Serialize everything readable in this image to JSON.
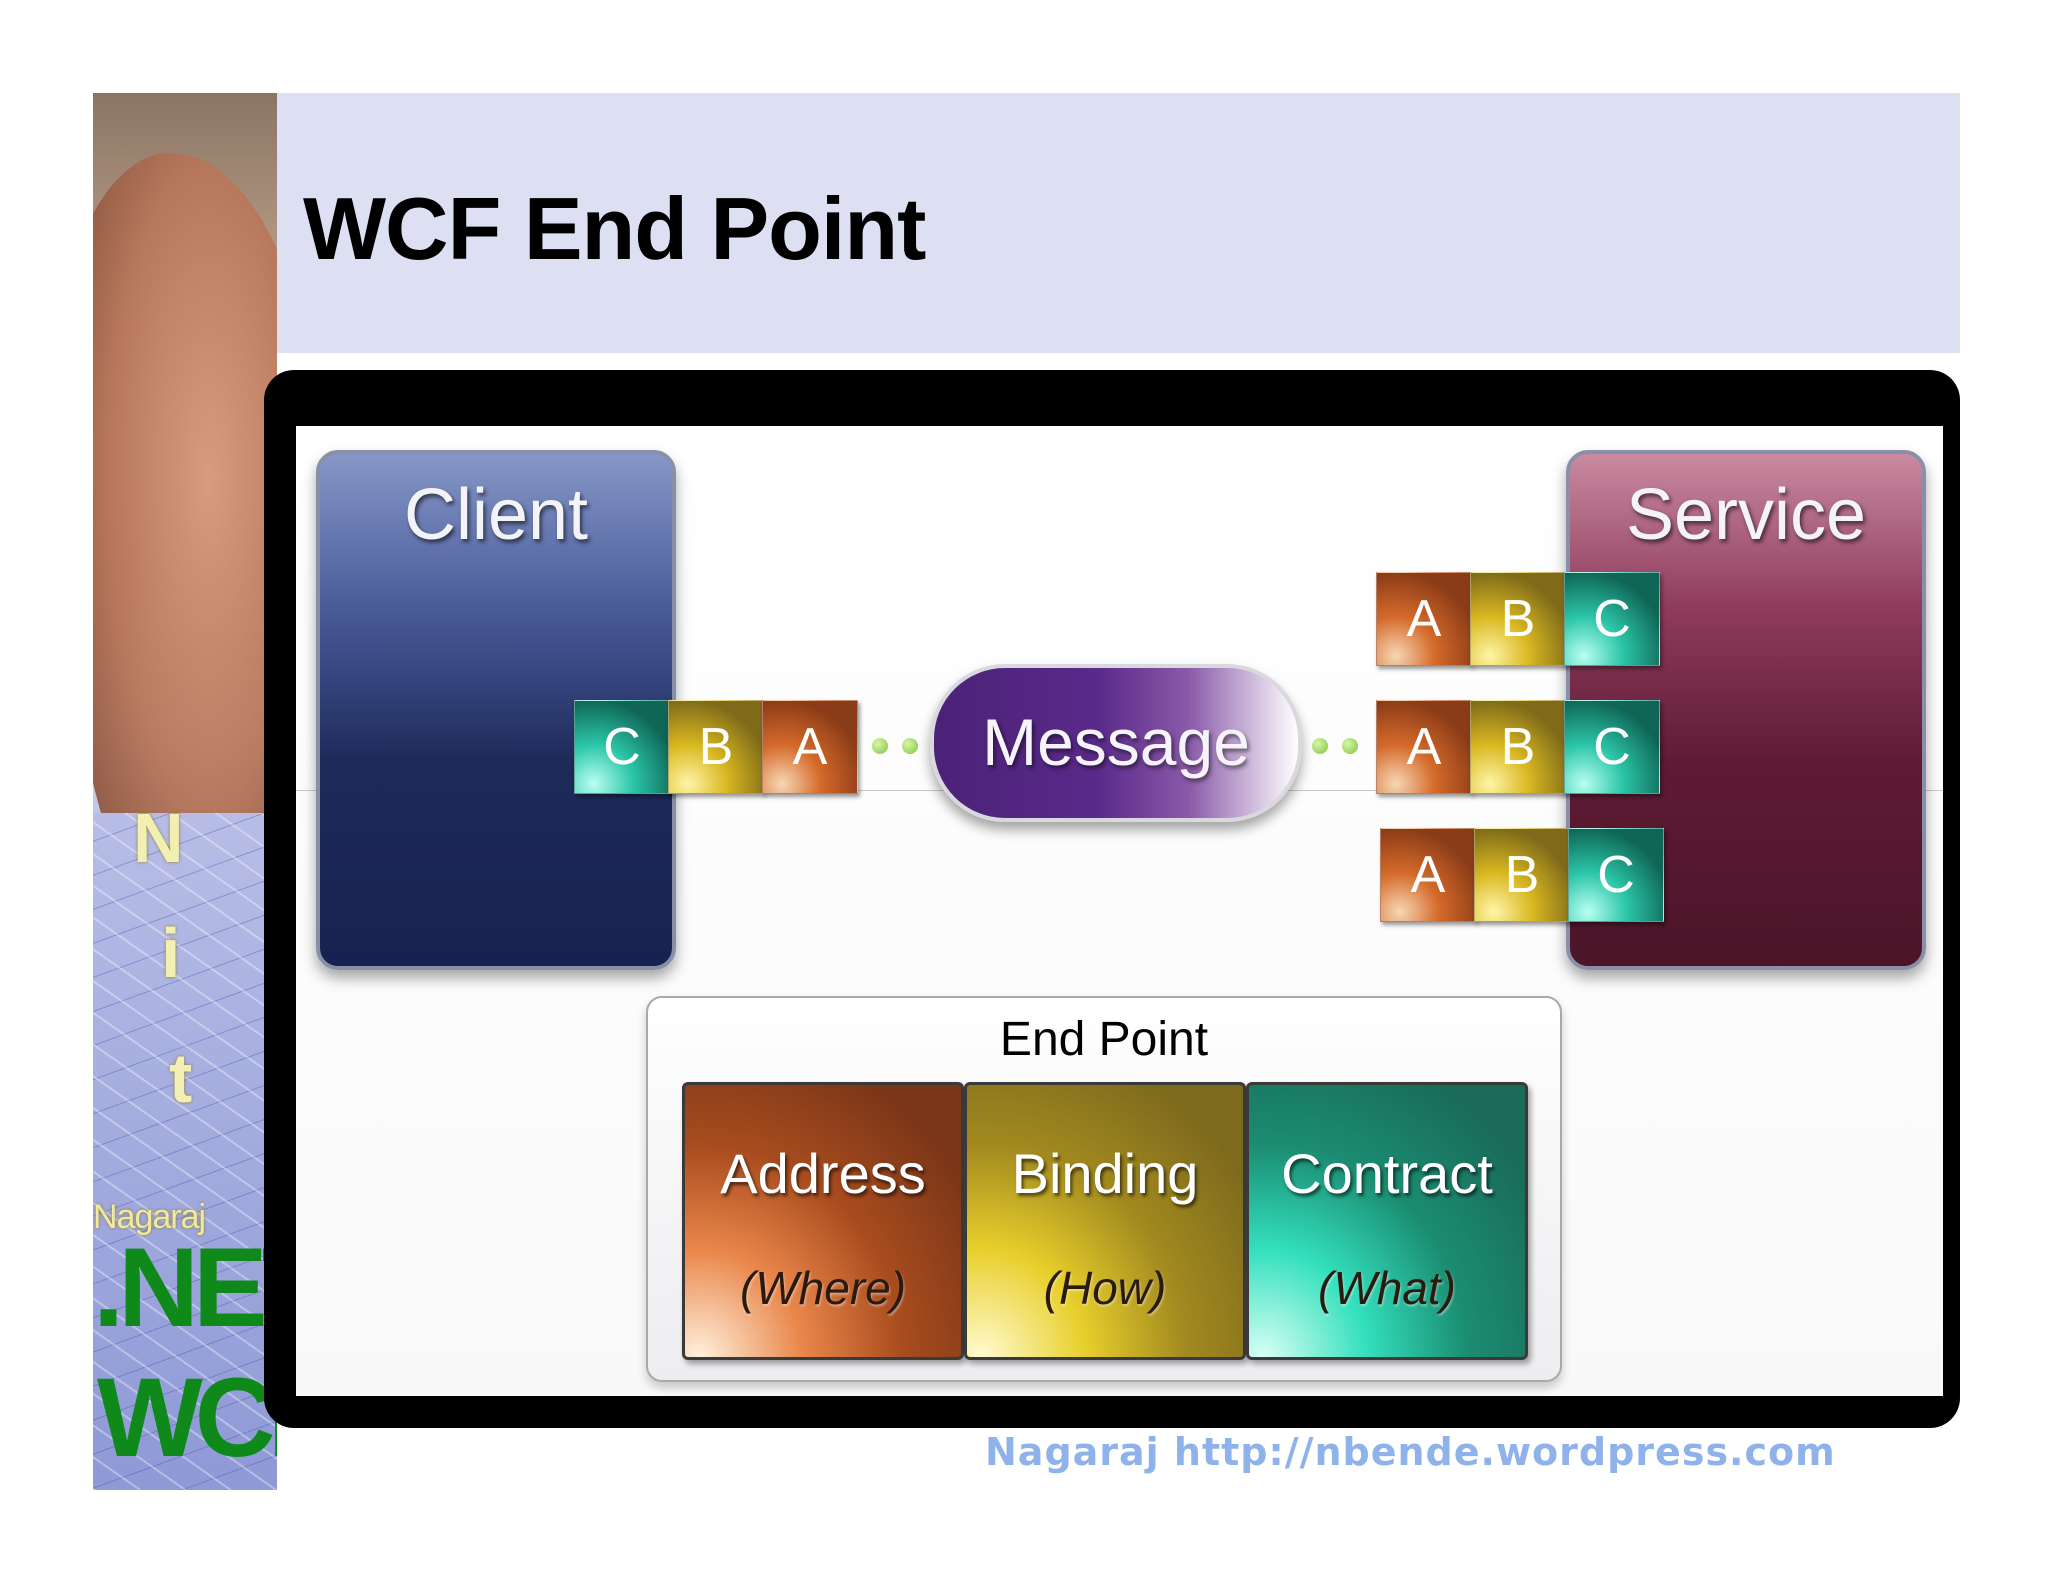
{
  "title": "WCF End Point",
  "side": {
    "n": "N",
    "i": "i",
    "t": "t",
    "nagaraj": "Nagaraj",
    "net": ".NET",
    "wcf": "WCF"
  },
  "diagram": {
    "client": "Client",
    "service": "Service",
    "message": "Message",
    "client_chips": [
      "C",
      "B",
      "A"
    ],
    "service_rows": [
      [
        "A",
        "B",
        "C"
      ],
      [
        "A",
        "B",
        "C"
      ],
      [
        "A",
        "B",
        "C"
      ]
    ],
    "endpoint": {
      "title": "End Point",
      "cards": [
        {
          "name": "Address",
          "sub": "(Where)"
        },
        {
          "name": "Binding",
          "sub": "(How)"
        },
        {
          "name": "Contract",
          "sub": "(What)"
        }
      ]
    }
  },
  "footer": "Nagaraj http://nbende.wordpress.com"
}
